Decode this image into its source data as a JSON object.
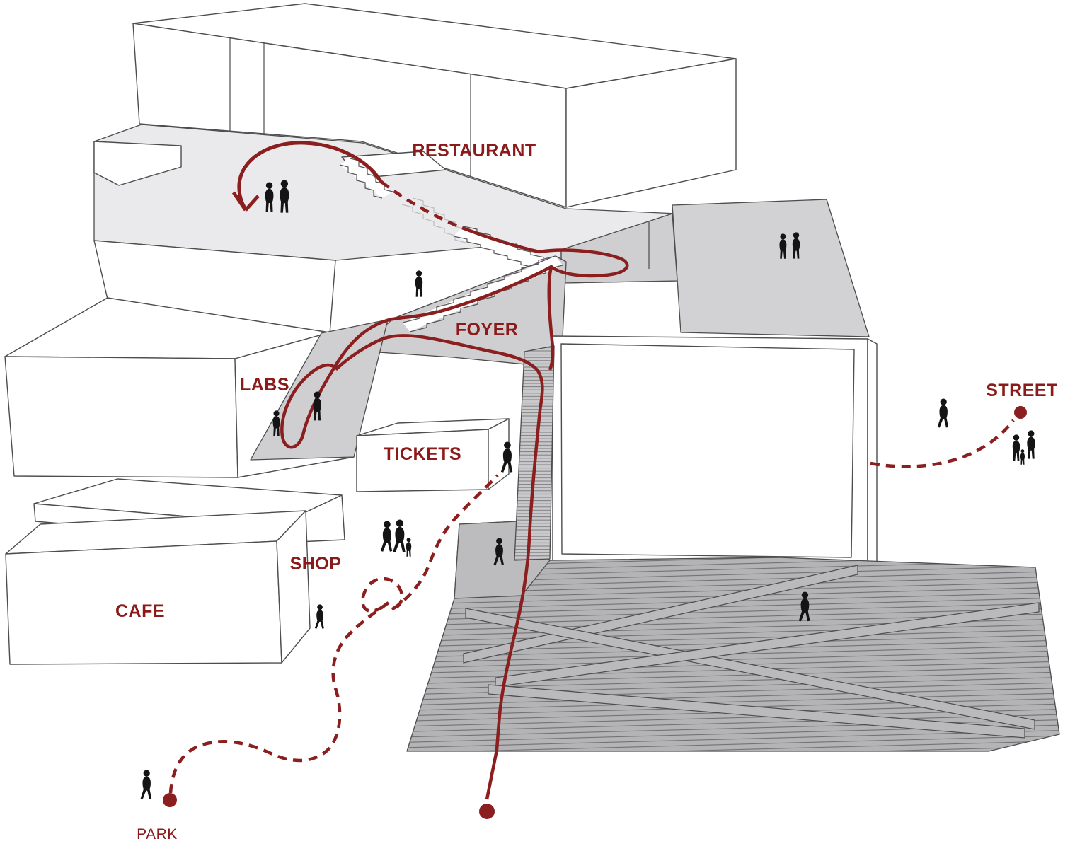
{
  "diagram": {
    "type": "axonometric-building-circulation-diagram",
    "labels": {
      "restaurant": "RESTAURANT",
      "foyer": "FOYER",
      "labs": "LABS",
      "tickets": "TICKETS",
      "shop": "SHOP",
      "cafe": "CAFE",
      "street": "STREET",
      "park": "PARK"
    },
    "icons": {
      "entry_dot": "filled-circle",
      "route_interior": "solid-line",
      "route_exterior": "dashed-line",
      "direction_arrow": "open-chevron-arrowhead",
      "person": "human-silhouette"
    },
    "colors": {
      "route": "#8b1e1e",
      "label_text": "#8b1a1a",
      "floor_light": "#eaeaec",
      "floor_mid": "#cfcfd1",
      "roof_deck": "#d2d2d4",
      "plaza": "#b4b4b6",
      "walkway": "#bcbcbe",
      "outline": "#4d4d4d",
      "figure": "#141414",
      "background": "#ffffff"
    }
  }
}
